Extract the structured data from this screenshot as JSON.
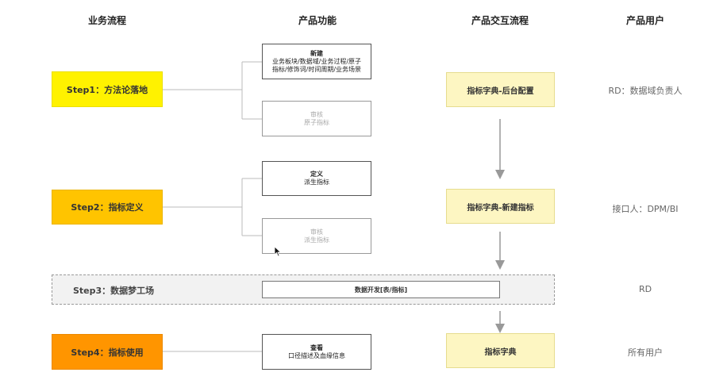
{
  "headers": {
    "business": "业务流程",
    "function": "产品功能",
    "interaction": "产品交互流程",
    "users": "产品用户"
  },
  "steps": {
    "step1": "Step1：方法论落地",
    "step2": "Step2：指标定义",
    "step3": "Step3：数据梦工场",
    "step4": "Step4：指标使用"
  },
  "functions": {
    "create_title": "新建",
    "create_line1": "业务板块/数据域/业务过程/原子",
    "create_line2": "指标/修饰词/时间周期/业务场景",
    "review1_title": "审核",
    "review1_sub": "原子指标",
    "define_title": "定义",
    "define_sub": "派生指标",
    "review2_title": "审核",
    "review2_sub": "派生指标",
    "devbox": "数据开发[表/指标]",
    "view_title": "查看",
    "view_sub": "口径描述及血缘信息"
  },
  "interaction": {
    "i1": "指标字典-后台配置",
    "i2": "指标字典-新建指标",
    "i3": "指标字典"
  },
  "users": {
    "u1": "RD：数据域负责人",
    "u2": "接口人：DPM/BI",
    "u3": "RD",
    "u4": "所有用户"
  },
  "colors": {
    "step1": "#fff200",
    "step2": "#ffc400",
    "step4": "#ff9500",
    "interaction_fill": "#fdf6c2"
  }
}
